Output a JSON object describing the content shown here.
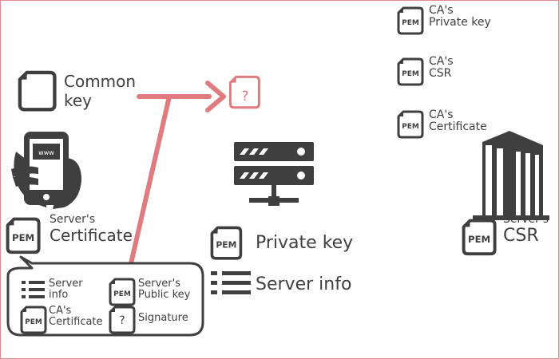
{
  "labels": {
    "ca_private_key": [
      "CA's",
      "Private key"
    ],
    "ca_csr": [
      "CA's",
      "CSR"
    ],
    "ca_certificate": [
      "CA's",
      "Certificate"
    ],
    "common_key": [
      "Common",
      "key"
    ],
    "server_certificate": [
      "Server's",
      "Certificate"
    ],
    "private_key": "Private key",
    "server_info": "Server info",
    "servers_csr": [
      "Server's",
      "CSR"
    ],
    "bubble_server_info": [
      "Server",
      "info"
    ],
    "bubble_server_public_key": [
      "Server's",
      "Public key"
    ],
    "bubble_ca_certificate": [
      "CA's",
      "Certificate"
    ],
    "bubble_signature": "Signature"
  },
  "icon_text": {
    "pem": "PEM",
    "unknown": "?",
    "www": "www"
  },
  "colors": {
    "dark": "#3f3f3f",
    "accent": "#e07b7f",
    "frame": "#e08a92"
  }
}
